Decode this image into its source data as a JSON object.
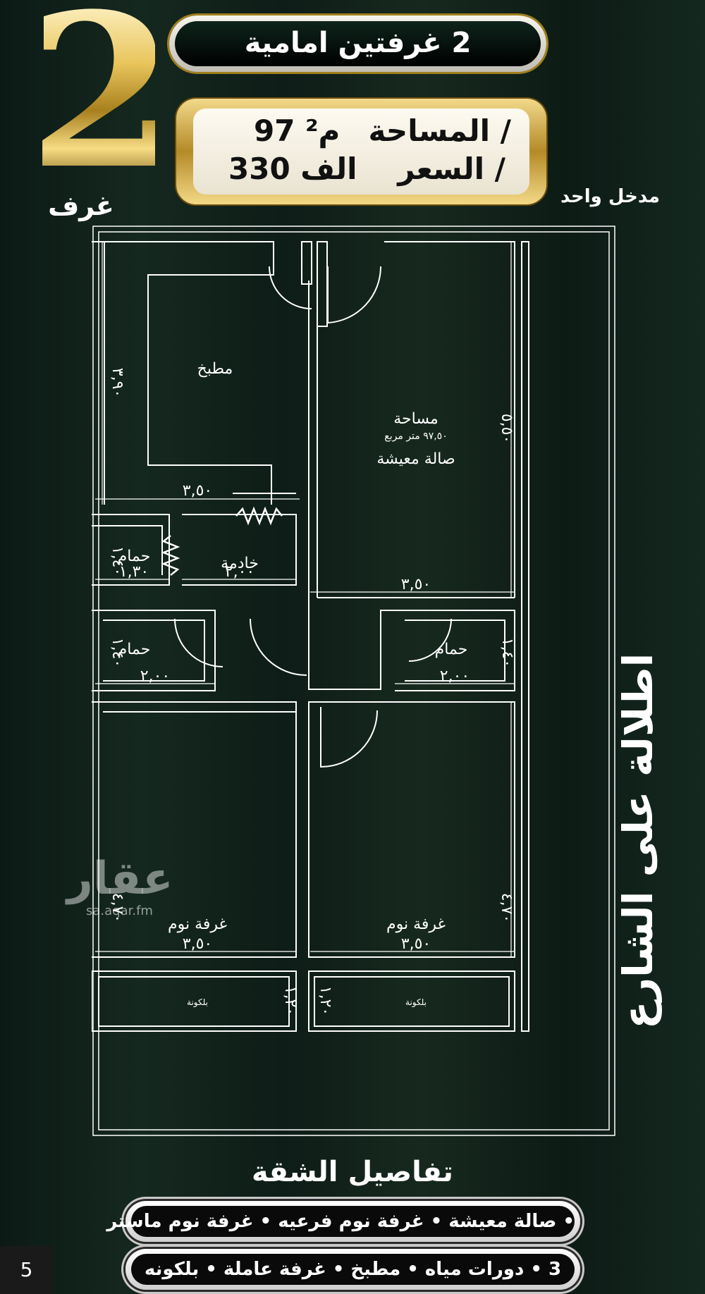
{
  "header": {
    "rooms_number": "2",
    "rooms_word": "غرف",
    "title": "2 غرفتين  امامية"
  },
  "price_box": {
    "area_label": "المساحة /",
    "area_value": "97 م²",
    "price_label": "السعر /",
    "price_value": "330 الف"
  },
  "entrance_note": "مدخل واحد",
  "side_note": "اطلالة على الشارع",
  "floor_plan": {
    "rooms": {
      "kitchen": "مطبخ",
      "living_area_label": "مساحة",
      "living_area_value": "٩٧,٥٠ متر مربع",
      "living": "صالة معيشة",
      "bath_1": "حمام",
      "maid": "خادمة",
      "bath_2": "حمام",
      "bath_3": "حمام",
      "bedroom_1": "غرفة نوم",
      "bedroom_2": "غرفة نوم",
      "balcony_1": "بلكونة",
      "balcony_2": "بلكونة"
    },
    "dimensions": {
      "kitchen_h": "٣,٩٠",
      "kitchen_w": "٣,٥٠",
      "living_h": "٥,٥٠",
      "living_w": "٣,٥٠",
      "bath1_h": "١,٤٠",
      "bath1_w": "١,٣٠",
      "maid_w": "٢,٠٠",
      "bath2_h": "١,٤٠",
      "bath2_w": "٢,٠٠",
      "bath3_h": "١,٤٠",
      "bath3_w": "٢,٠٠",
      "bed1_h": "٤,٧٠",
      "bed1_w": "٣,٥٠",
      "bed2_h": "٤,٧٠",
      "bed2_w": "٣,٥٠",
      "balc1_h": "١,٢٠",
      "balc2_h": "١,٢٠"
    }
  },
  "watermark": {
    "name": "عقار",
    "url": "sa.aqar.fm"
  },
  "details": {
    "title": "تفاصيل الشقة",
    "line_1": "• صالة معيشة • غرفة نوم فرعيه • غرفة نوم ماستر",
    "line_2": "3 • دورات مياه • مطبخ • غرفة عاملة • بلكونه"
  },
  "page_number": "5",
  "colors": {
    "background": "#12241c",
    "gold": "#d8b14a",
    "white": "#ffffff"
  }
}
